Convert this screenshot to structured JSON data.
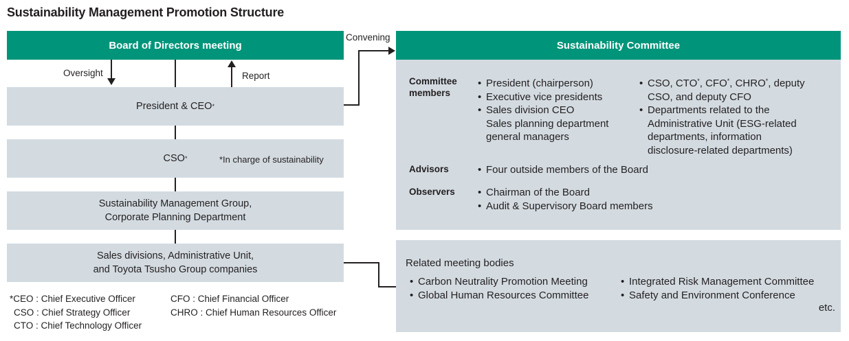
{
  "title": "Sustainability Management Promotion Structure",
  "board": {
    "label": "Board of Directors meeting"
  },
  "arrows": {
    "oversight": "Oversight",
    "report": "Report",
    "convening": "Convening"
  },
  "president": {
    "label": "President & CEO",
    "mark": "*"
  },
  "cso": {
    "label": "CSO",
    "mark": "*",
    "note": "*In charge of sustainability"
  },
  "group": {
    "line1": "Sustainability Management Group,",
    "line2": "Corporate Planning Department"
  },
  "sales": {
    "line1": "Sales divisions, Administrative Unit,",
    "line2": "and Toyota Tsusho Group companies"
  },
  "committee": {
    "title": "Sustainability Committee",
    "members_label_1": "Committee",
    "members_label_2": "members",
    "members_col1": [
      "President (chairperson)",
      "Executive vice presidents",
      "Sales division CEO",
      "Sales planning department",
      "general managers"
    ],
    "members_col2": [
      "CSO, CTO*, CFO*, CHRO*, deputy",
      "CSO, and deputy CFO",
      "Departments related to the",
      "Administrative Unit (ESG-related",
      "departments, information",
      "disclosure-related departments)"
    ],
    "advisors_label": "Advisors",
    "advisors": [
      "Four outside members of the Board"
    ],
    "observers_label": "Observers",
    "observers": [
      "Chairman of the Board",
      "Audit & Supervisory Board members"
    ]
  },
  "related": {
    "title": "Related meeting bodies",
    "col1": [
      "Carbon Neutrality Promotion Meeting",
      "Global Human Resources Committee"
    ],
    "col2": [
      "Integrated Risk Management Committee",
      "Safety and Environment Conference"
    ],
    "etc": "etc."
  },
  "abbreviations": {
    "col1": [
      "*CEO : Chief Executive Officer",
      "CSO : Chief Strategy Officer",
      "CTO : Chief Technology Officer"
    ],
    "col2": [
      "CFO : Chief Financial Officer",
      "CHRO : Chief Human Resources Officer"
    ]
  }
}
